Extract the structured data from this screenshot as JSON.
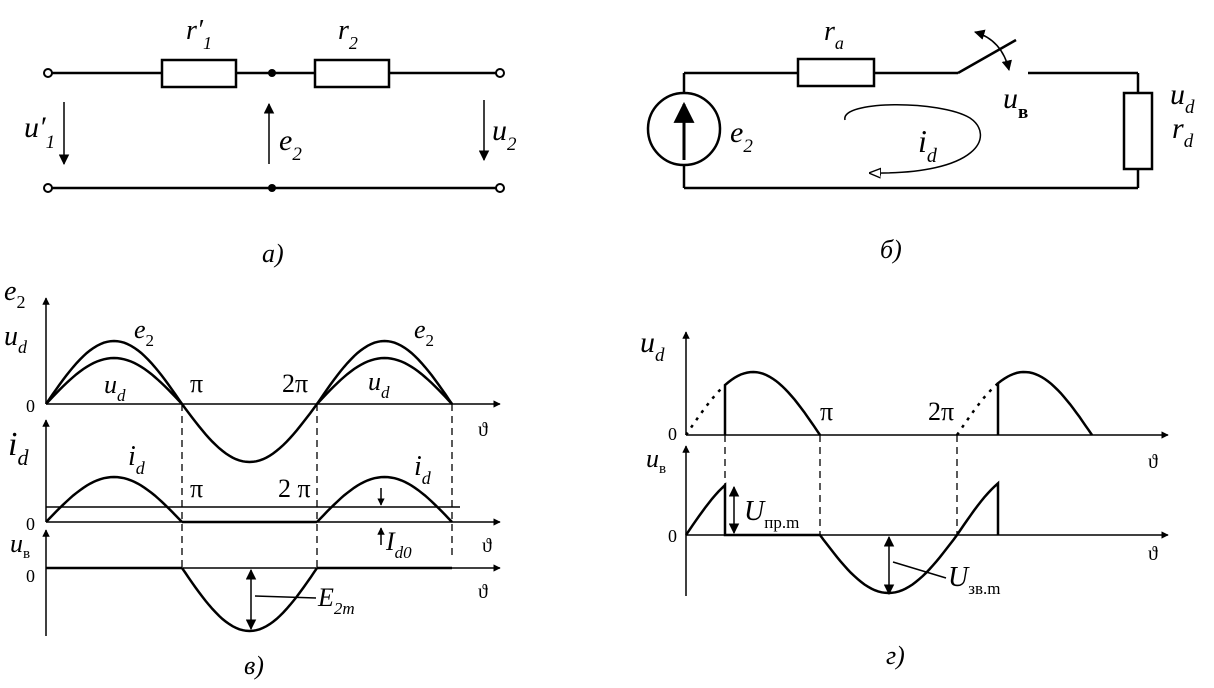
{
  "panel_a": {
    "caption": "а)",
    "r1": "r′",
    "r1_sub": "1",
    "r2": "r",
    "r2_sub": "2",
    "u1": "u′",
    "u1_sub": "1",
    "e2": "e",
    "e2_sub": "2",
    "u2": "u",
    "u2_sub": "2"
  },
  "panel_b": {
    "caption": "б)",
    "ra": "r",
    "ra_sub": "a",
    "e2": "e",
    "e2_sub": "2",
    "id": "i",
    "id_sub": "d",
    "uv": "u",
    "uv_sub": "в",
    "ud": "u",
    "ud_sub": "d",
    "rd": "r",
    "rd_sub": "d"
  },
  "panel_v": {
    "caption": "в)",
    "axis1_label_top": "e",
    "axis1_label_top_sub": "2",
    "axis1_label_bottom": "u",
    "axis1_label_bottom_sub": "d",
    "zero": "0",
    "theta": "ϑ",
    "pi": "π",
    "two_pi": "2π",
    "two_pi_spaced": "2 π",
    "curve_e2": "e",
    "curve_e2_sub": "2",
    "curve_ud": "u",
    "curve_ud_sub": "d",
    "axis2_label": "i",
    "axis2_label_sub": "d",
    "curve_id": "i",
    "curve_id_sub": "d",
    "Id0": "I",
    "Id0_sub": "d0",
    "axis3_label": "u",
    "axis3_label_sub": "в",
    "E2m": "E",
    "E2m_sub": "2m"
  },
  "panel_g": {
    "caption": "г)",
    "axis1_label": "u",
    "axis1_label_sub": "d",
    "zero": "0",
    "theta": "ϑ",
    "pi": "π",
    "two_pi": "2π",
    "axis2_label": "u",
    "axis2_label_sub": "в",
    "U_pr": "U",
    "U_pr_sub": "пр.m",
    "U_zv": "U",
    "U_zv_sub": "зв.m"
  }
}
